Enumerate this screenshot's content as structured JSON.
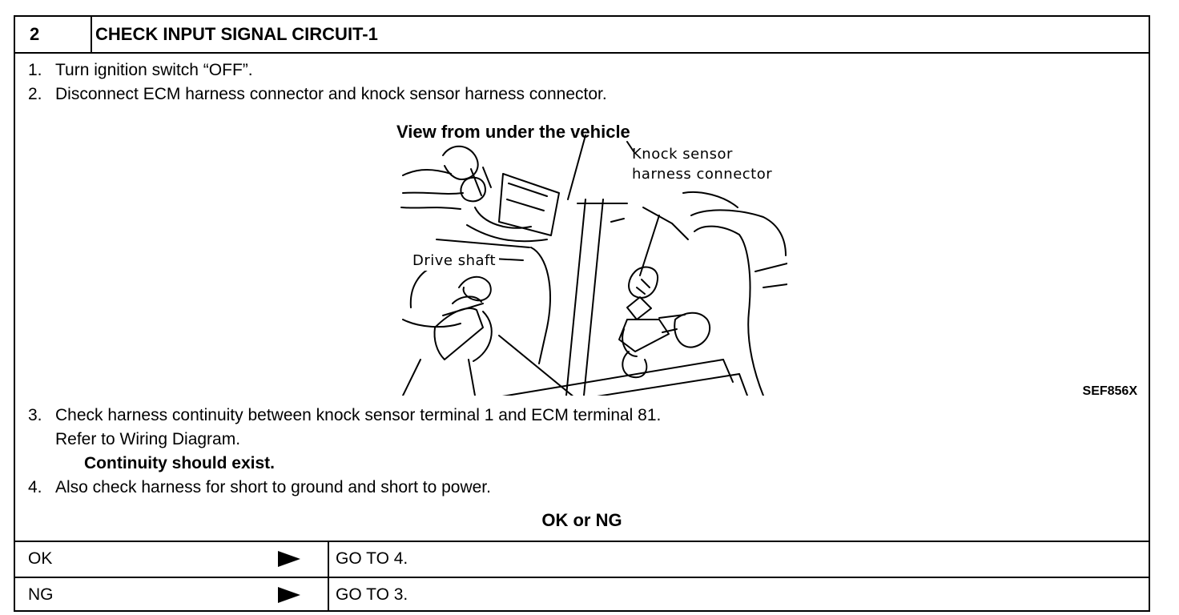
{
  "step": {
    "number": "2",
    "title": "CHECK INPUT SIGNAL CIRCUIT-1"
  },
  "instructions": [
    {
      "num": "1.",
      "text": "Turn ignition switch “OFF”."
    },
    {
      "num": "2.",
      "text": "Disconnect ECM harness connector and knock sensor harness connector."
    },
    {
      "num": "3.",
      "text": "Check harness continuity between knock sensor terminal 1 and ECM terminal 81."
    },
    {
      "num": "",
      "text": "Refer to Wiring Diagram."
    },
    {
      "num": "",
      "text": "Continuity should exist."
    },
    {
      "num": "4.",
      "text": "Also check harness for short to ground and short to power."
    }
  ],
  "figure": {
    "title": "View from under the vehicle",
    "callout_connector_line1": "Knock sensor",
    "callout_connector_line2": "harness connector",
    "callout_shaft": "Drive shaft",
    "code": "SEF856X"
  },
  "decision": {
    "heading": "OK or NG",
    "rows": [
      {
        "label": "OK",
        "action": "GO TO 4."
      },
      {
        "label": "NG",
        "action": "GO TO 3."
      }
    ]
  }
}
